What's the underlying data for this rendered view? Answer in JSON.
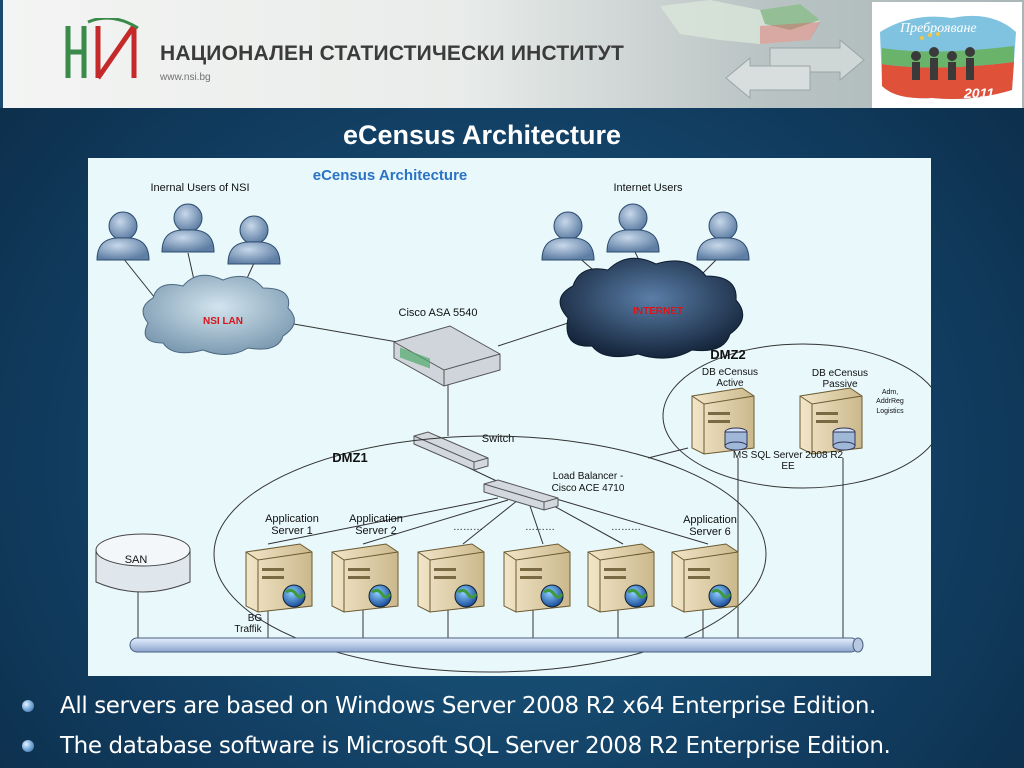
{
  "header": {
    "org_name": "НАЦИОНАЛЕН СТАТИСТИЧЕСКИ ИНСТИТУТ",
    "url": "www.nsi.bg",
    "census_logo_text": "Преброяване",
    "census_year": "2011"
  },
  "slide_title": "eCensus Architecture",
  "diagram": {
    "title": "eCensus Architecture",
    "internal_users_label": "Inernal Users of NSI",
    "internet_users_label": "Internet Users",
    "nsi_lan_label": "NSI LAN",
    "internet_label": "INTERNET",
    "firewall_label": "Cisco ASA 5540",
    "dmz2_label": "DMZ2",
    "db_active_line1": "DB eCensus",
    "db_active_line2": "Active",
    "db_passive_line1": "DB eCensus",
    "db_passive_line2": "Passive",
    "db_passive_note1": "Adm,",
    "db_passive_note2": "AddrReg",
    "db_passive_note3": "Logistics",
    "mssql_line1": "MS SQL Server 2008 R2",
    "mssql_line2": "EE",
    "switch_label": "Switch",
    "dmz1_label": "DMZ1",
    "lb_line1": "Load Balancer -",
    "lb_line2": "Cisco ACE 4710",
    "app1_line1": "Application",
    "app1_line2": "Server 1",
    "app2_line1": "Application",
    "app2_line2": "Server 2",
    "app6_line1": "Application",
    "app6_line2": "Server 6",
    "ellipsis": "………",
    "san_label": "SAN",
    "traffic_line1": "BG",
    "traffic_line2": "Traffik"
  },
  "bullets": [
    "All servers are based on Windows Server 2008 R2 x64 Enterprise Edition.",
    "The database software is Microsoft SQL Server 2008 R2 Enterprise Edition."
  ],
  "colors": {
    "diagram_title": "#2a73c5",
    "cloud_lan": "#9fb8c8",
    "cloud_internet": "#1f3550",
    "cloud_label": "#d8141a"
  }
}
